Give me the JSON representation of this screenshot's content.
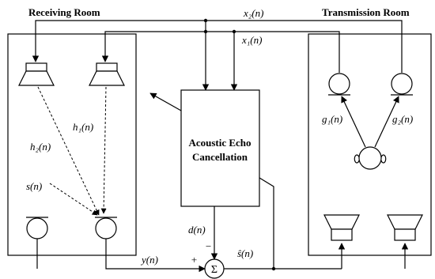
{
  "rooms": {
    "receiving": "Receiving Room",
    "transmission": "Transmission Room"
  },
  "block": {
    "line1": "Acoustic Echo",
    "line2": "Cancellation"
  },
  "signals": {
    "x2": "x₂(n)",
    "x1": "x₁(n)",
    "h1": "h₁(n)",
    "h2": "h₂(n)",
    "s": "s(n)",
    "g1": "g₁(n)",
    "g2": "g₂(n)",
    "d": "d(n)",
    "minus": "−",
    "y": "y(n)",
    "plus": "+",
    "shat": "ŝ(n)",
    "sum": "Σ"
  }
}
